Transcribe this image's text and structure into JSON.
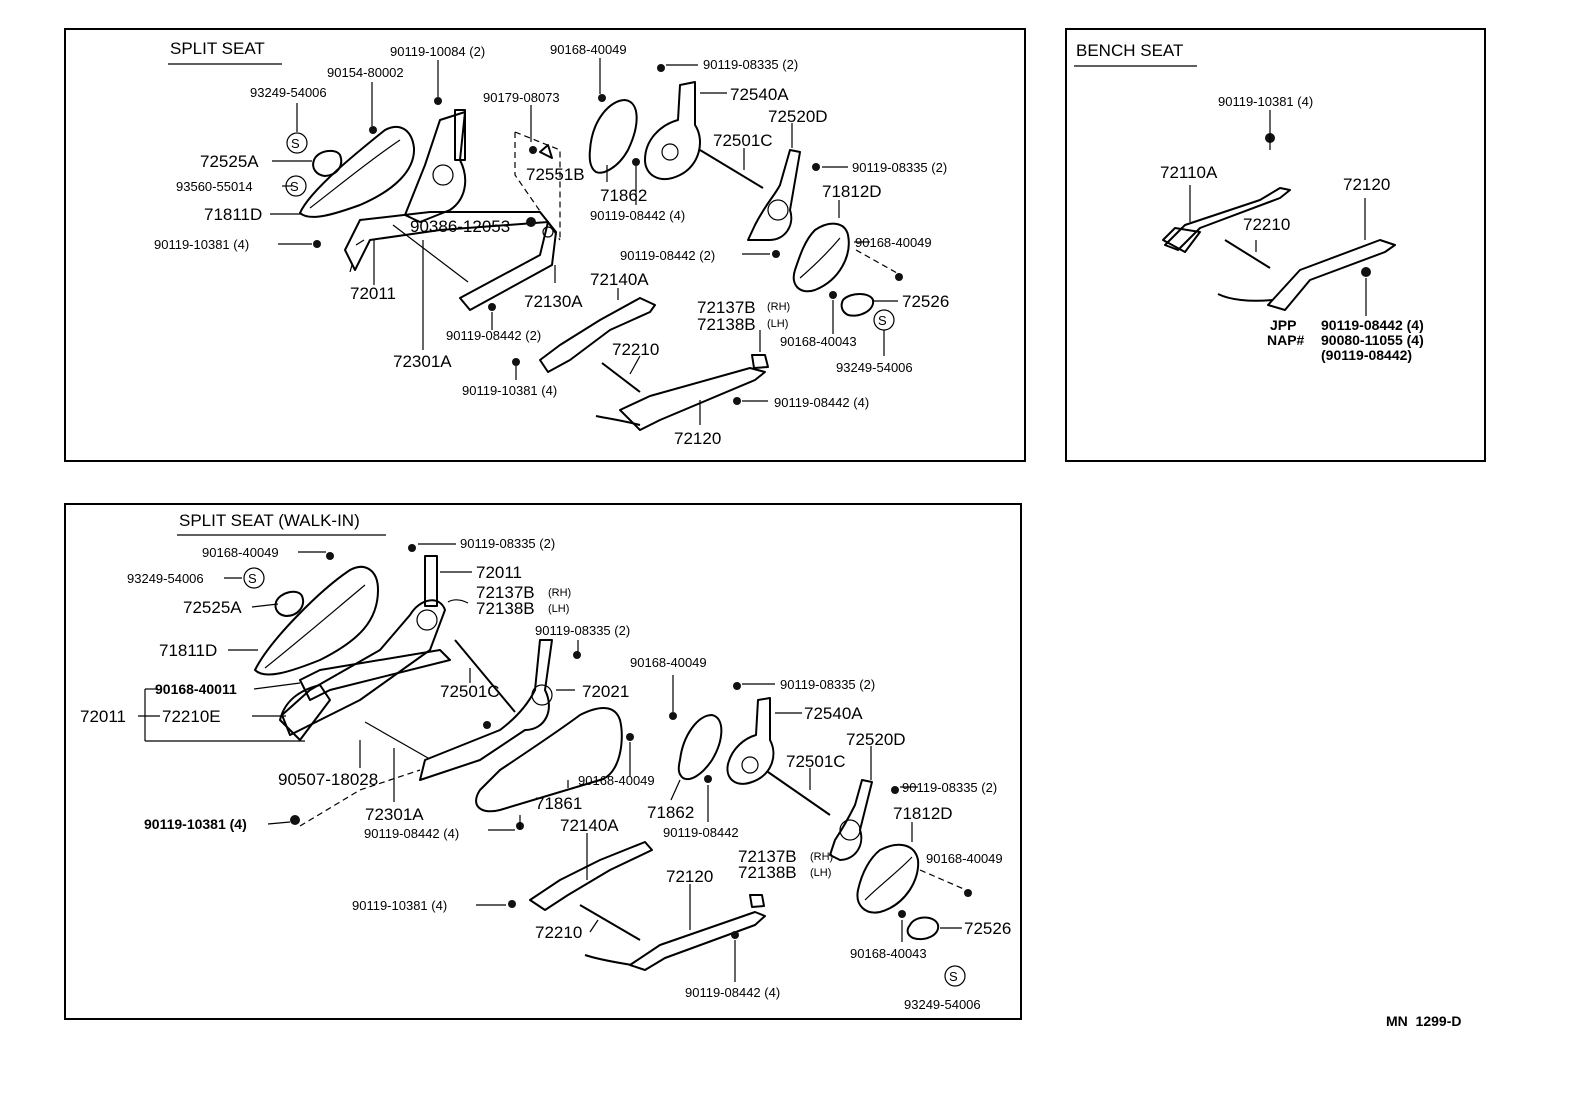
{
  "panels": {
    "split": {
      "title": "SPLIT SEAT"
    },
    "bench": {
      "title": "BENCH SEAT"
    },
    "walkin": {
      "title": "SPLIT SEAT (WALK-IN)"
    }
  },
  "split_labels": {
    "p90119_10084": "90119-10084 (2)",
    "p90154_80002": "90154-80002",
    "p93249_54006a": "93249-54006",
    "p72525A": "72525A",
    "p93560_55014": "93560-55014",
    "p71811D": "71811D",
    "p90119_10381a": "90119-10381 (4)",
    "p72011": "72011",
    "p72301A": "72301A",
    "p90386_12053": "90386-12053",
    "p90179_08073": "90179-08073",
    "p72551B": "72551B",
    "p90168_40049a": "90168-40049",
    "p90119_08335a": "90119-08335 (2)",
    "p72540A": "72540A",
    "p72520D": "72520D",
    "p72501C": "72501C",
    "p71862": "71862",
    "p90119_08442a": "90119-08442 (4)",
    "p90119_08335b": "90119-08335 (2)",
    "p71812D": "71812D",
    "p90168_40049b": "90168-40049",
    "p90119_08442b": "90119-08442 (2)",
    "p72130A": "72130A",
    "p72140A": "72140A",
    "p90119_08442c": "90119-08442 (2)",
    "p72526": "72526",
    "p72137B": "72137B",
    "p72138B": "72138B",
    "rh": "(RH)",
    "lh": "(LH)",
    "p90168_40043": "90168-40043",
    "p93249_54006b": "93249-54006",
    "p72210": "72210",
    "p90119_10381b": "90119-10381 (4)",
    "p90119_08442d": "90119-08442 (4)",
    "p72120": "72120"
  },
  "bench_labels": {
    "p90119_10381": "90119-10381 (4)",
    "p72110A": "72110A",
    "p72120": "72120",
    "p72210": "72210",
    "jpp": "JPP",
    "nap": "NAP#",
    "p90119_08442": "90119-08442 (4)",
    "p90080_11055": "90080-11055 (4)",
    "p90119_08442_paren": "(90119-08442)"
  },
  "walkin_labels": {
    "p90168_40049a": "90168-40049",
    "p90119_08335a": "90119-08335 (2)",
    "p93249_54006a": "93249-54006",
    "p72011a": "72011",
    "p72525A": "72525A",
    "p72137Ba": "72137B",
    "p72138Ba": "72138B",
    "rh": "(RH)",
    "lh": "(LH)",
    "p71811D": "71811D",
    "p90119_08335b": "90119-08335 (2)",
    "p90168_40011": "90168-40011",
    "p72501Ca": "72501C",
    "p72021": "72021",
    "p72011b": "72011",
    "p72210E": "72210E",
    "p90507_18028": "90507-18028",
    "p72301A": "72301A",
    "p90119_10381a": "90119-10381 (4)",
    "p90119_08442a": "90119-08442 (4)",
    "p71861": "71861",
    "p90168_40049b": "90168-40049",
    "p90168_40049c": "90168-40049",
    "p71862": "71862",
    "p90119_08442b": "90119-08442",
    "p90119_08335c": "90119-08335 (2)",
    "p72540A": "72540A",
    "p72520D": "72520D",
    "p72501Cb": "72501C",
    "p90119_08335d": "90119-08335 (2)",
    "p71812D": "71812D",
    "p72140A": "72140A",
    "p72137Bb": "72137B",
    "p72138Bb": "72138B",
    "p90168_40049d": "90168-40049",
    "p90119_10381b": "90119-10381 (4)",
    "p72120": "72120",
    "p72210": "72210",
    "p72526": "72526",
    "p90168_40043": "90168-40043",
    "p90119_08442c": "90119-08442 (4)",
    "p93249_54006b": "93249-54006"
  },
  "symbol_s": "S",
  "diagram_code": "MN  1299-D"
}
